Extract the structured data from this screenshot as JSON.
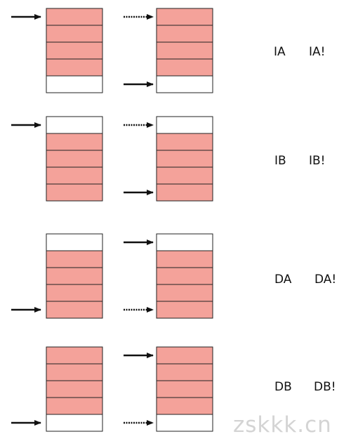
{
  "colors": {
    "filled": "#f4a29a",
    "empty": "#ffffff",
    "stroke": "#222222"
  },
  "panels": [
    {
      "id": "ia",
      "left": {
        "filled": [
          true,
          true,
          true,
          true,
          false
        ]
      },
      "right": {
        "filled": [
          true,
          true,
          true,
          true,
          false
        ]
      },
      "label_a": "IA",
      "label_b": "IA!"
    },
    {
      "id": "ib",
      "left": {
        "filled": [
          false,
          true,
          true,
          true,
          true
        ]
      },
      "right": {
        "filled": [
          false,
          true,
          true,
          true,
          true
        ]
      },
      "label_a": "IB",
      "label_b": "IB!"
    },
    {
      "id": "da",
      "left": {
        "filled": [
          false,
          true,
          true,
          true,
          true
        ]
      },
      "right": {
        "filled": [
          false,
          true,
          true,
          true,
          true
        ]
      },
      "label_a": "DA",
      "label_b": "DA!"
    },
    {
      "id": "db",
      "left": {
        "filled": [
          true,
          true,
          true,
          true,
          false
        ]
      },
      "right": {
        "filled": [
          true,
          true,
          true,
          true,
          false
        ]
      },
      "label_a": "DB",
      "label_b": "DB!"
    }
  ],
  "watermark": "zskkk.cn"
}
